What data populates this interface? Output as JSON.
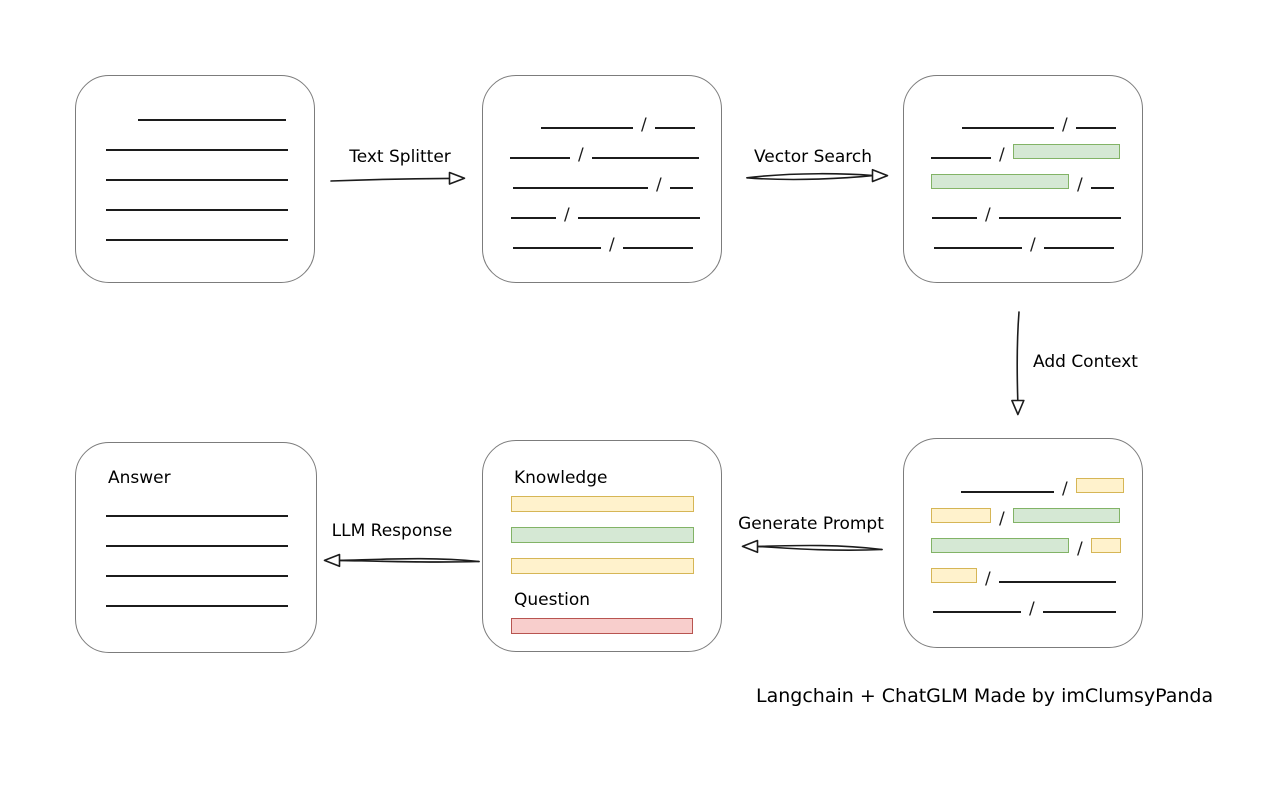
{
  "caption": "Langchain + ChatGLM Made by imClumsyPanda",
  "glyphs": {
    "slash": "/"
  },
  "colors": {
    "line": "#1c1c1c",
    "text": "#000000",
    "box_border": "#7c7c7c",
    "green_fill": "#d5e8d4",
    "green_border": "#82b366",
    "yellow_fill": "#fff2cc",
    "yellow_border": "#d6b656",
    "red_fill": "#f8cecc",
    "red_border": "#b85450"
  },
  "arrows": [
    {
      "id": "text-splitter",
      "label": "Text Splitter",
      "direction": "right"
    },
    {
      "id": "vector-search",
      "label": "Vector Search",
      "direction": "right"
    },
    {
      "id": "add-context",
      "label": "Add Context",
      "direction": "down"
    },
    {
      "id": "generate-prompt",
      "label": "Generate Prompt",
      "direction": "left"
    },
    {
      "id": "llm-response",
      "label": "LLM Response",
      "direction": "left"
    }
  ],
  "boxes": {
    "document": {
      "rows": [
        {
          "indent": 62,
          "items": [
            {
              "t": "line",
              "w": 148
            }
          ]
        },
        {
          "indent": 30,
          "items": [
            {
              "t": "line",
              "w": 182
            }
          ]
        },
        {
          "indent": 30,
          "items": [
            {
              "t": "line",
              "w": 182
            }
          ]
        },
        {
          "indent": 30,
          "items": [
            {
              "t": "line",
              "w": 182
            }
          ]
        },
        {
          "indent": 30,
          "items": [
            {
              "t": "line",
              "w": 182
            }
          ]
        }
      ]
    },
    "chunks": {
      "rows": [
        {
          "indent": 58,
          "items": [
            {
              "t": "line",
              "w": 92
            },
            {
              "t": "slash"
            },
            {
              "t": "line",
              "w": 40
            }
          ]
        },
        {
          "indent": 27,
          "items": [
            {
              "t": "line",
              "w": 60
            },
            {
              "t": "slash"
            },
            {
              "t": "line",
              "w": 107
            }
          ]
        },
        {
          "indent": 30,
          "items": [
            {
              "t": "line",
              "w": 135
            },
            {
              "t": "slash"
            },
            {
              "t": "line",
              "w": 23
            }
          ]
        },
        {
          "indent": 28,
          "items": [
            {
              "t": "line",
              "w": 45
            },
            {
              "t": "slash"
            },
            {
              "t": "line",
              "w": 122
            }
          ]
        },
        {
          "indent": 30,
          "items": [
            {
              "t": "line",
              "w": 88
            },
            {
              "t": "slash"
            },
            {
              "t": "line",
              "w": 70
            }
          ]
        }
      ]
    },
    "matched_chunks": {
      "rows": [
        {
          "indent": 58,
          "items": [
            {
              "t": "line",
              "w": 92
            },
            {
              "t": "slash"
            },
            {
              "t": "line",
              "w": 40
            }
          ]
        },
        {
          "indent": 27,
          "items": [
            {
              "t": "line",
              "w": 60
            },
            {
              "t": "slash"
            },
            {
              "t": "chip",
              "c": "green",
              "w": 107
            }
          ]
        },
        {
          "indent": 27,
          "items": [
            {
              "t": "chip",
              "c": "green",
              "w": 138
            },
            {
              "t": "slash"
            },
            {
              "t": "line",
              "w": 23
            }
          ]
        },
        {
          "indent": 28,
          "items": [
            {
              "t": "line",
              "w": 45
            },
            {
              "t": "slash"
            },
            {
              "t": "line",
              "w": 122
            }
          ]
        },
        {
          "indent": 30,
          "items": [
            {
              "t": "line",
              "w": 88
            },
            {
              "t": "slash"
            },
            {
              "t": "line",
              "w": 70
            }
          ]
        }
      ]
    },
    "context_chunks": {
      "rows": [
        {
          "indent": 57,
          "items": [
            {
              "t": "line",
              "w": 93
            },
            {
              "t": "slash"
            },
            {
              "t": "chip",
              "c": "yellow",
              "w": 48
            }
          ]
        },
        {
          "indent": 27,
          "items": [
            {
              "t": "chip",
              "c": "yellow",
              "w": 60
            },
            {
              "t": "slash"
            },
            {
              "t": "chip",
              "c": "green",
              "w": 107
            }
          ]
        },
        {
          "indent": 27,
          "items": [
            {
              "t": "chip",
              "c": "green",
              "w": 138
            },
            {
              "t": "slash"
            },
            {
              "t": "chip",
              "c": "yellow",
              "w": 30
            }
          ]
        },
        {
          "indent": 27,
          "items": [
            {
              "t": "chip",
              "c": "yellow",
              "w": 46
            },
            {
              "t": "slash"
            },
            {
              "t": "line",
              "w": 117
            }
          ]
        },
        {
          "indent": 29,
          "items": [
            {
              "t": "line",
              "w": 88
            },
            {
              "t": "slash"
            },
            {
              "t": "line",
              "w": 73
            }
          ]
        }
      ]
    },
    "prompt": {
      "knowledge_label": "Knowledge",
      "question_label": "Question",
      "knowledge_chips": [
        {
          "t": "chip",
          "c": "yellow",
          "w": 183
        },
        {
          "t": "chip",
          "c": "green",
          "w": 183
        },
        {
          "t": "chip",
          "c": "yellow",
          "w": 183
        }
      ],
      "question_chips": [
        {
          "t": "chip",
          "c": "red",
          "w": 182
        }
      ]
    },
    "answer": {
      "label": "Answer",
      "rows": [
        {
          "indent": 30,
          "items": [
            {
              "t": "line",
              "w": 182
            }
          ]
        },
        {
          "indent": 30,
          "items": [
            {
              "t": "line",
              "w": 182
            }
          ]
        },
        {
          "indent": 30,
          "items": [
            {
              "t": "line",
              "w": 182
            }
          ]
        },
        {
          "indent": 30,
          "items": [
            {
              "t": "line",
              "w": 182
            }
          ]
        }
      ]
    }
  }
}
